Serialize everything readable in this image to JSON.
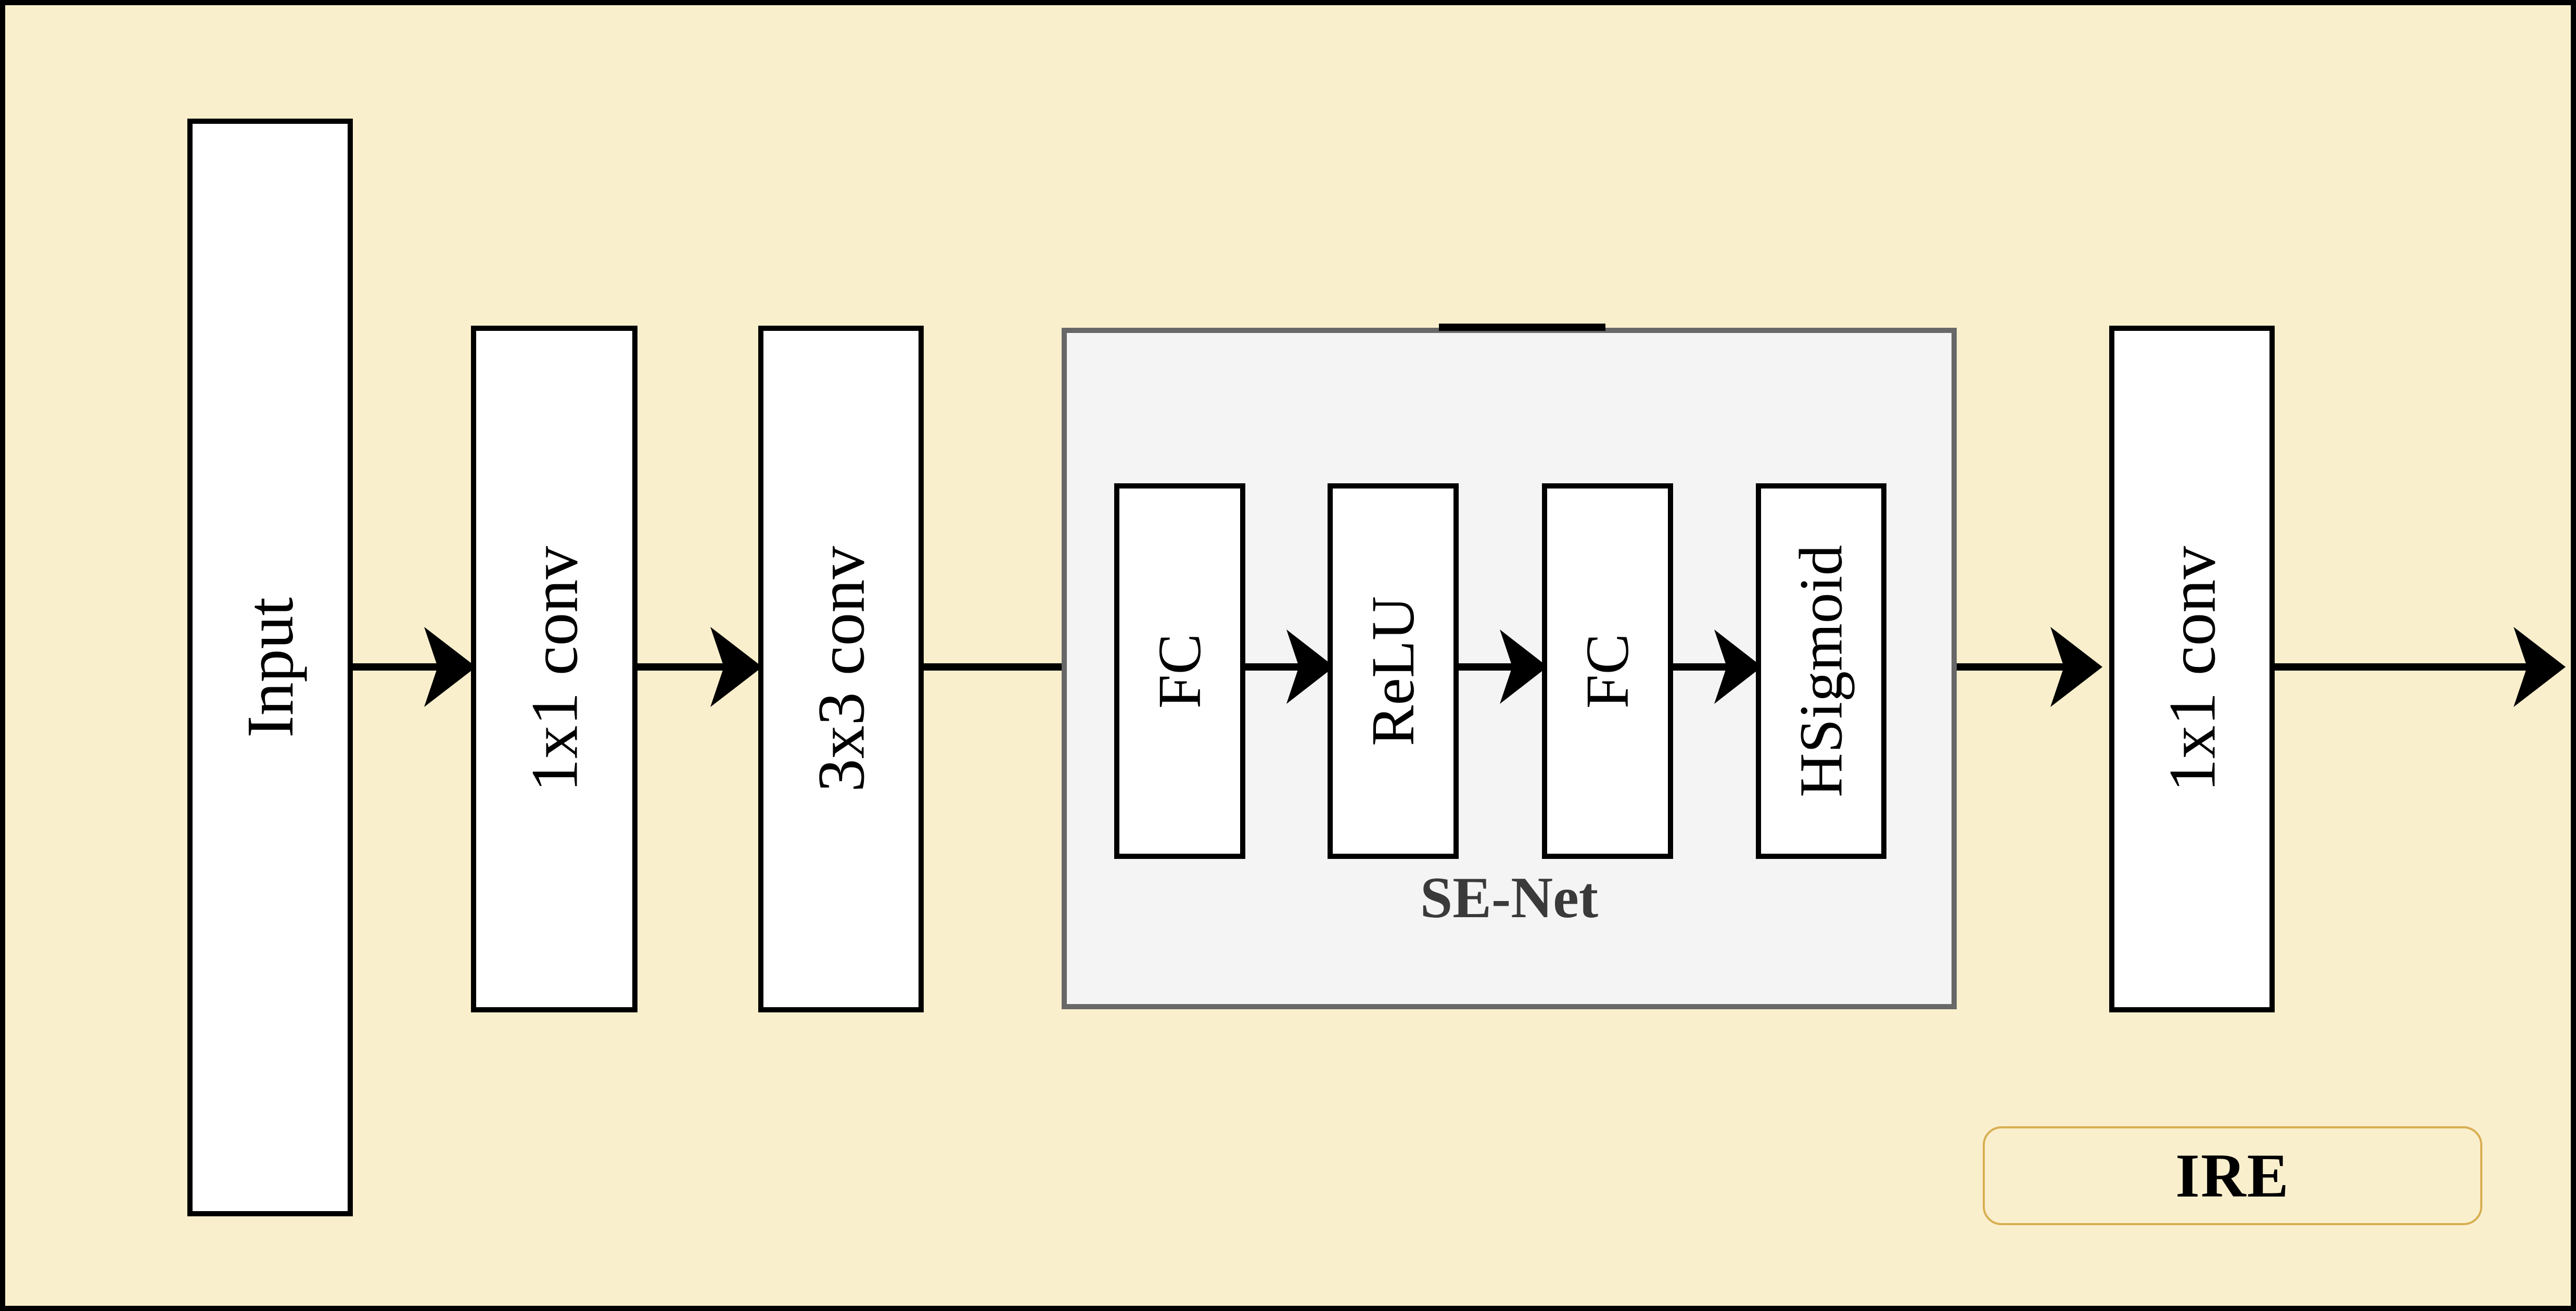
{
  "diagram": {
    "title": "IRE",
    "background_color": "#FAEFCD",
    "border_color": "#000000",
    "blocks": [
      {
        "id": "input",
        "label": "Input",
        "type": "layer-box",
        "orientation": "vertical"
      },
      {
        "id": "conv1x1a",
        "label": "1x1 conv",
        "type": "layer-box",
        "orientation": "vertical"
      },
      {
        "id": "conv3x3",
        "label": "3x3 conv",
        "type": "layer-box",
        "orientation": "vertical"
      },
      {
        "id": "conv1x1b",
        "label": "1x1 conv",
        "type": "layer-box",
        "orientation": "vertical"
      }
    ],
    "senet": {
      "caption": "SE-Net",
      "panel_fill": "#F4F4F4",
      "panel_border": "#686868",
      "caption_color": "#3A3A3A",
      "blocks": [
        {
          "id": "fc1",
          "label": "FC",
          "orientation": "vertical"
        },
        {
          "id": "relu",
          "label": "ReLU",
          "orientation": "vertical"
        },
        {
          "id": "fc2",
          "label": "FC",
          "orientation": "vertical"
        },
        {
          "id": "hsigmoid",
          "label": "HSigmoid",
          "orientation": "vertical"
        }
      ]
    },
    "badge": {
      "label": "IRE",
      "border_color": "#D8AE52",
      "text_color": "#000000"
    },
    "connections": [
      {
        "from": "input",
        "to": "conv1x1a",
        "arrow": true
      },
      {
        "from": "conv1x1a",
        "to": "conv3x3",
        "arrow": true
      },
      {
        "from": "conv3x3",
        "to": "senet",
        "arrow": false
      },
      {
        "from": "fc1",
        "to": "relu",
        "arrow": true
      },
      {
        "from": "relu",
        "to": "fc2",
        "arrow": true
      },
      {
        "from": "fc2",
        "to": "hsigmoid",
        "arrow": true
      },
      {
        "from": "senet",
        "to": "conv1x1b",
        "arrow": true
      },
      {
        "from": "conv1x1b",
        "to": "output",
        "arrow": true
      }
    ]
  }
}
